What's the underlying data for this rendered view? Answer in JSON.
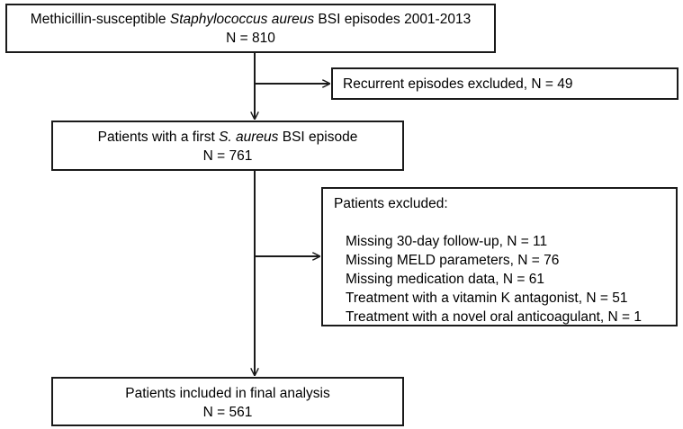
{
  "box_msa": {
    "line1_pre": "Methicillin-susceptible ",
    "line1_italic": "Staphylococcus aureus",
    "line1_post": " BSI episodes 2001-2013",
    "line2": "N = 810"
  },
  "box_recurrent": {
    "text": "Recurrent episodes excluded, N = 49"
  },
  "box_first": {
    "line1_pre": "Patients with a first ",
    "line1_italic": "S. aureus",
    "line1_post": " BSI episode",
    "line2": "N = 761"
  },
  "box_excluded": {
    "heading": "Patients excluded:",
    "items": [
      "Missing 30-day follow-up, N = 11",
      "Missing MELD parameters, N = 76",
      "Missing medication data, N = 61",
      "Treatment with a vitamin K antagonist, N = 51",
      "Treatment with a novel oral anticoagulant, N = 1"
    ]
  },
  "box_final": {
    "line1": "Patients included in final analysis",
    "line2": "N = 561"
  }
}
